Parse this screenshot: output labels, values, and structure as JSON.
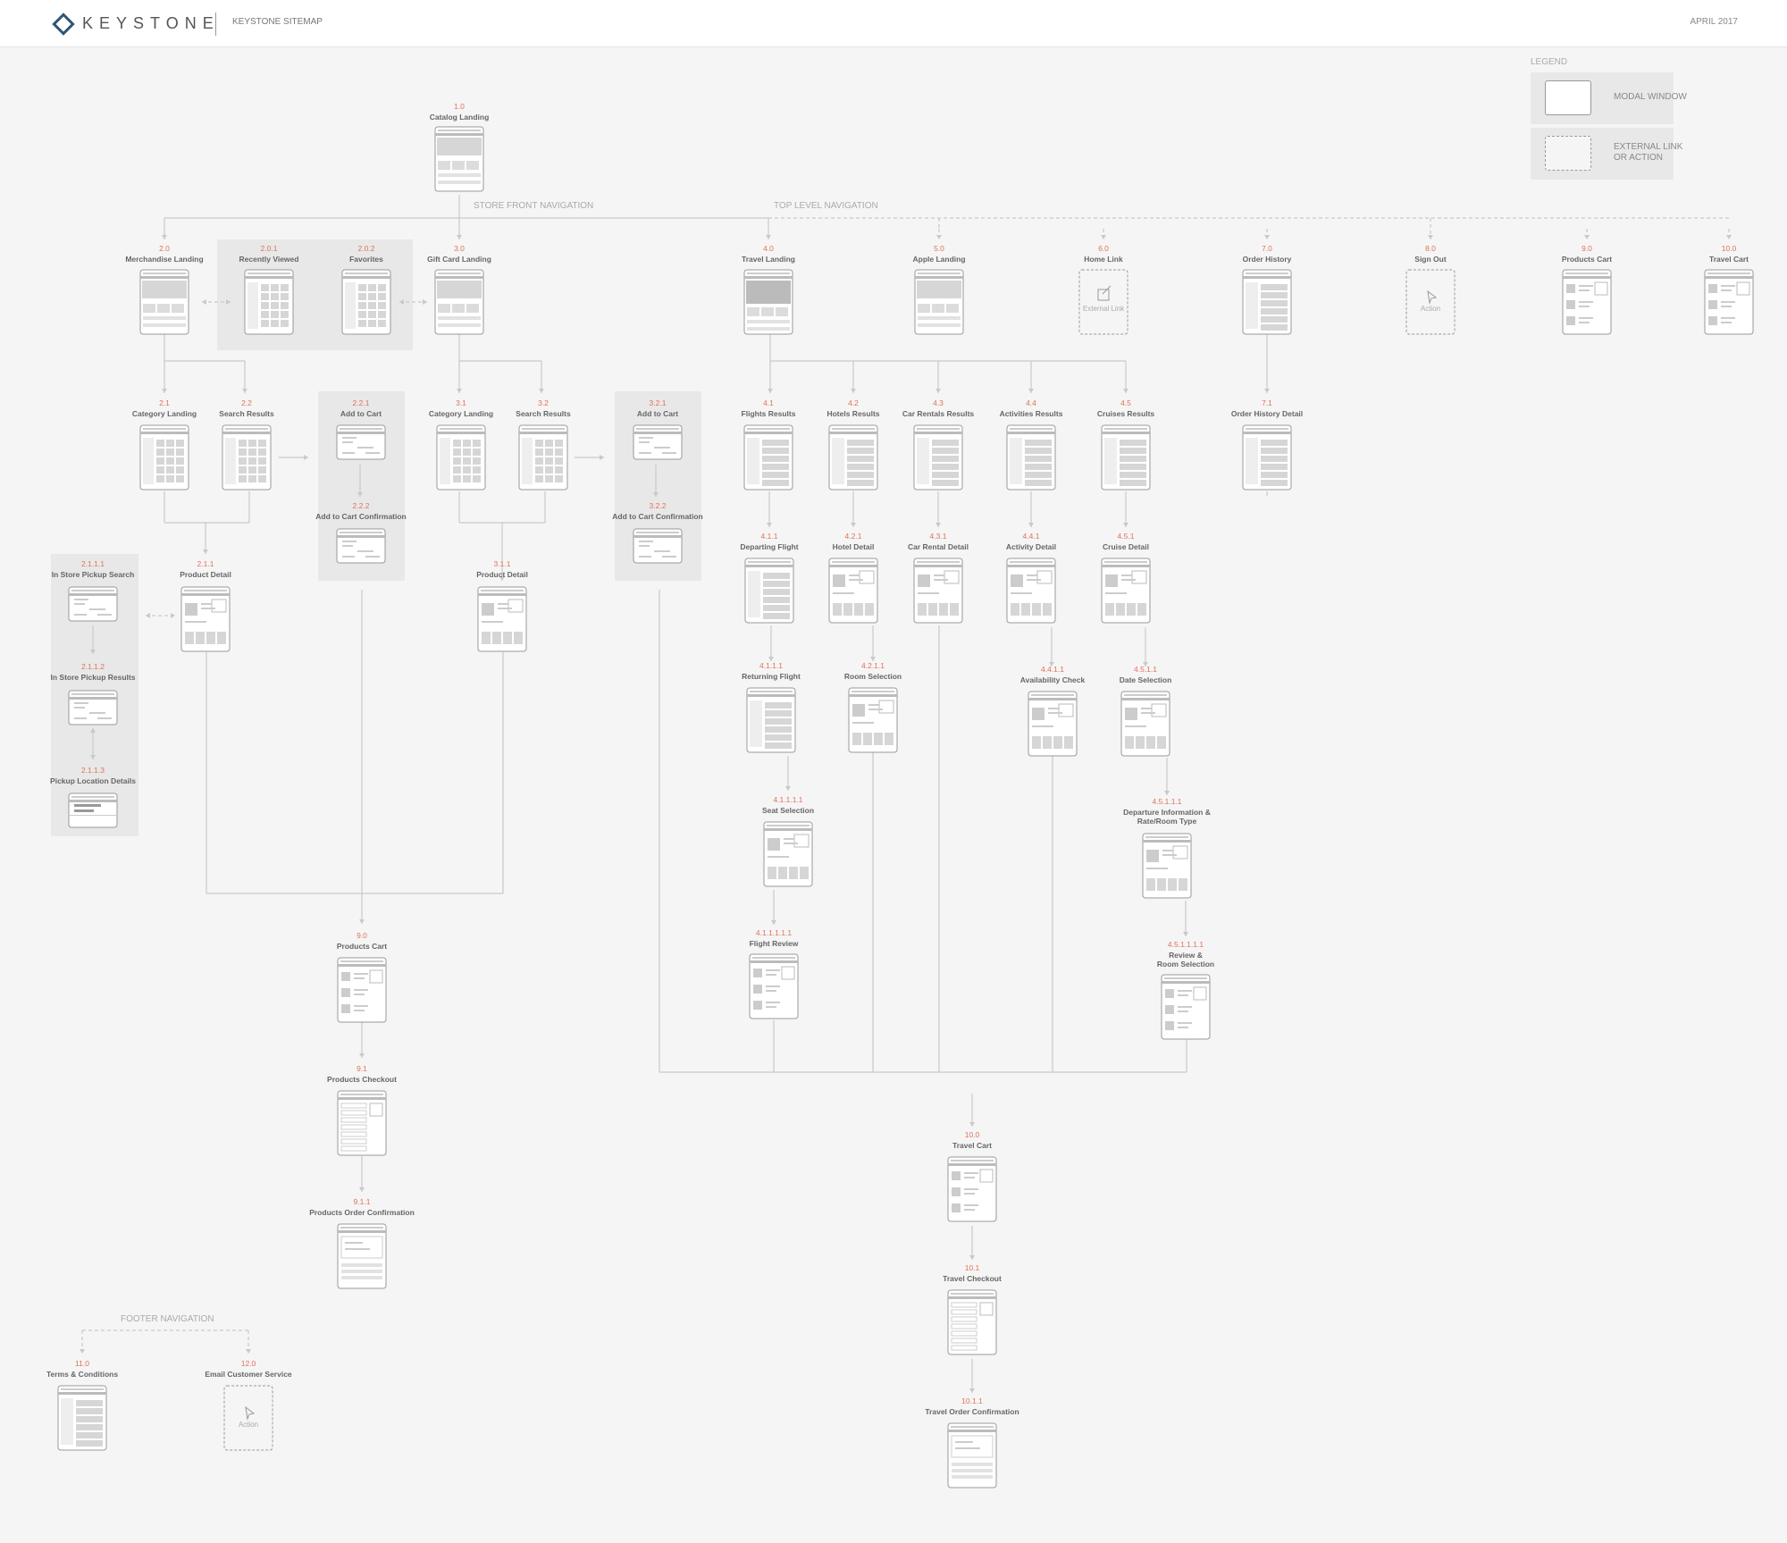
{
  "header": {
    "logo": "KEYSTONE",
    "title": "KEYSTONE SITEMAP",
    "date": "APRIL 2017"
  },
  "legend": {
    "title": "LEGEND",
    "modal": "MODAL WINDOW",
    "external": "EXTERNAL LINK OR ACTION"
  },
  "sections": {
    "store_front": "STORE FRONT NAVIGATION",
    "top_level": "TOP LEVEL NAVIGATION",
    "footer": "FOOTER NAVIGATION"
  },
  "node_text": {
    "external_link": "External Link",
    "action": "Action"
  },
  "nodes": [
    {
      "num": "1.0",
      "label": "Catalog Landing"
    },
    {
      "num": "2.0",
      "label": "Merchandise Landing"
    },
    {
      "num": "2.0.1",
      "label": "Recently Viewed"
    },
    {
      "num": "2.0.2",
      "label": "Favorites"
    },
    {
      "num": "3.0",
      "label": "Gift Card Landing"
    },
    {
      "num": "4.0",
      "label": "Travel Landing"
    },
    {
      "num": "5.0",
      "label": "Apple Landing"
    },
    {
      "num": "6.0",
      "label": "Home Link"
    },
    {
      "num": "7.0",
      "label": "Order History"
    },
    {
      "num": "8.0",
      "label": "Sign Out"
    },
    {
      "num": "9.0",
      "label": "Products Cart"
    },
    {
      "num": "10.0",
      "label": "Travel Cart"
    },
    {
      "num": "2.1",
      "label": "Category Landing"
    },
    {
      "num": "2.2",
      "label": "Search Results"
    },
    {
      "num": "2.2.1",
      "label": "Add to Cart"
    },
    {
      "num": "2.2.2",
      "label": "Add to Cart Confirmation"
    },
    {
      "num": "3.1",
      "label": "Category Landing"
    },
    {
      "num": "3.2",
      "label": "Search Results"
    },
    {
      "num": "3.2.1",
      "label": "Add to Cart"
    },
    {
      "num": "3.2.2",
      "label": "Add to Cart Confirmation"
    },
    {
      "num": "4.1",
      "label": "Flights Results"
    },
    {
      "num": "4.2",
      "label": "Hotels Results"
    },
    {
      "num": "4.3",
      "label": "Car Rentals Results"
    },
    {
      "num": "4.4",
      "label": "Activities Results"
    },
    {
      "num": "4.5",
      "label": "Cruises Results"
    },
    {
      "num": "7.1",
      "label": "Order History Detail"
    },
    {
      "num": "2.1.1.1",
      "label": "In Store Pickup Search"
    },
    {
      "num": "2.1.1",
      "label": "Product Detail"
    },
    {
      "num": "3.1.1",
      "label": "Product Detail"
    },
    {
      "num": "2.1.1.2",
      "label": "In Store Pickup Results"
    },
    {
      "num": "2.1.1.3",
      "label": "Pickup Location Details"
    },
    {
      "num": "4.1.1",
      "label": "Departing Flight"
    },
    {
      "num": "4.2.1",
      "label": "Hotel Detail"
    },
    {
      "num": "4.3.1",
      "label": "Car Rental Detail"
    },
    {
      "num": "4.4.1",
      "label": "Activity Detail"
    },
    {
      "num": "4.5.1",
      "label": "Cruise Detail"
    },
    {
      "num": "4.1.1.1",
      "label": "Returning Flight"
    },
    {
      "num": "4.2.1.1",
      "label": "Room Selection"
    },
    {
      "num": "4.4.1.1",
      "label": "Availability Check"
    },
    {
      "num": "4.5.1.1",
      "label": "Date Selection"
    },
    {
      "num": "4.1.1.1.1",
      "label": "Seat Selection"
    },
    {
      "num": "4.5.1.1.1",
      "label": "Departure Information & Rate/Room Type"
    },
    {
      "num": "4.1.1.1.1.1",
      "label": "Flight Review"
    },
    {
      "num": "4.5.1.1.1.1",
      "label": "Review & Room Selection"
    },
    {
      "num": "9.0",
      "label": "Products Cart"
    },
    {
      "num": "9.1",
      "label": "Products Checkout"
    },
    {
      "num": "9.1.1",
      "label": "Products Order Confirmation"
    },
    {
      "num": "10.0",
      "label": "Travel Cart"
    },
    {
      "num": "10.1",
      "label": "Travel Checkout"
    },
    {
      "num": "10.1.1",
      "label": "Travel Order Confirmation"
    },
    {
      "num": "11.0",
      "label": "Terms & Conditions"
    },
    {
      "num": "12.0",
      "label": "Email Customer Service"
    }
  ],
  "colors": {
    "number": "#e0715a",
    "label": "#666666",
    "line": "#c9c9c9",
    "box": "#999999",
    "group": "#e8e8e8",
    "brand": "#2f5576"
  }
}
